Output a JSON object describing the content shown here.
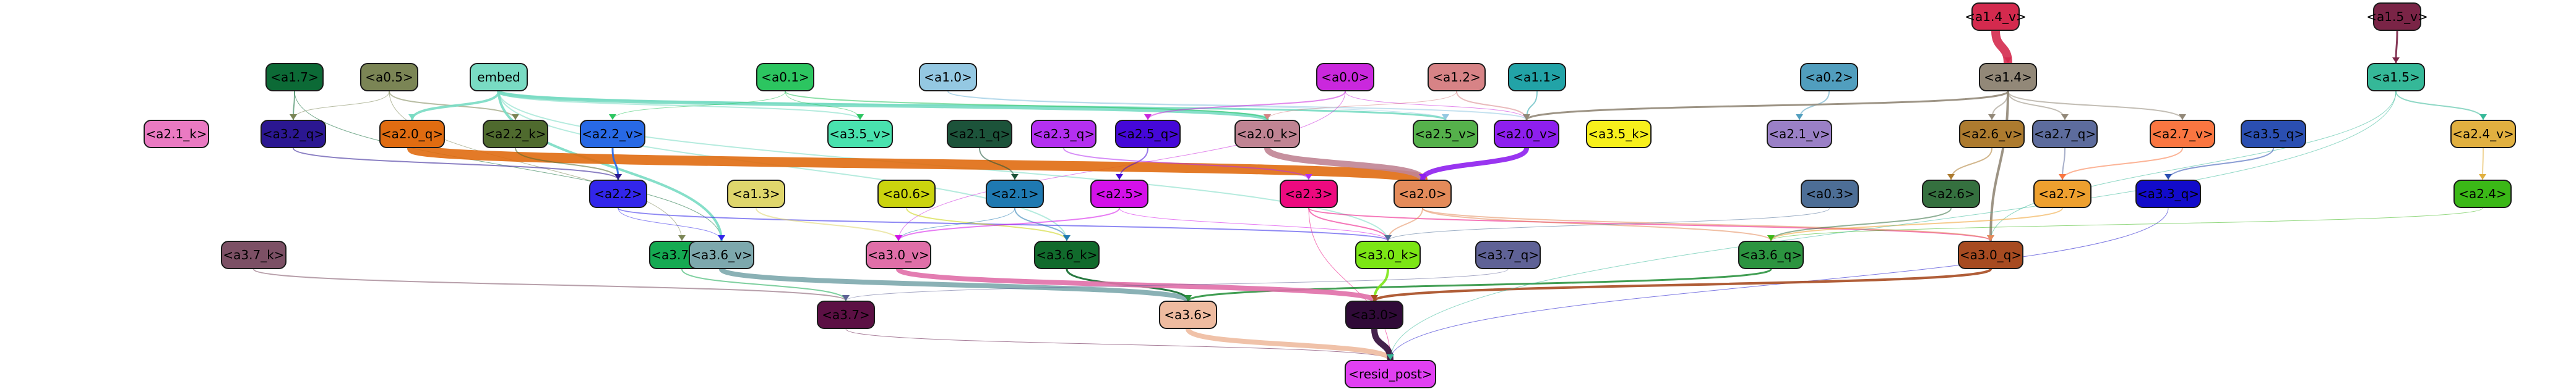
{
  "nodes": [
    {
      "id": "a1_4_v",
      "label": "<a1.4_v>",
      "color": "#d42a4e",
      "text": "#000"
    },
    {
      "id": "a1_5_v",
      "label": "<a1.5_v>",
      "color": "#7a2446",
      "text": "#000"
    },
    {
      "id": "a1_7",
      "label": "<a1.7>",
      "color": "#0c6a36",
      "text": "#000"
    },
    {
      "id": "a0_5",
      "label": "<a0.5>",
      "color": "#7b8555",
      "text": "#000"
    },
    {
      "id": "embed",
      "label": "embed",
      "color": "#79dbc3",
      "text": "#000"
    },
    {
      "id": "a0_1",
      "label": "<a0.1>",
      "color": "#2cc560",
      "text": "#000"
    },
    {
      "id": "a1_0",
      "label": "<a1.0>",
      "color": "#94c8e2",
      "text": "#000"
    },
    {
      "id": "a0_0",
      "label": "<a0.0>",
      "color": "#ca28dd",
      "text": "#000"
    },
    {
      "id": "a1_2",
      "label": "<a1.2>",
      "color": "#d78386",
      "text": "#000"
    },
    {
      "id": "a1_1",
      "label": "<a1.1>",
      "color": "#22a3a7",
      "text": "#000"
    },
    {
      "id": "a0_2",
      "label": "<a0.2>",
      "color": "#519ebe",
      "text": "#000"
    },
    {
      "id": "a1_4",
      "label": "<a1.4>",
      "color": "#928878",
      "text": "#000"
    },
    {
      "id": "a1_5",
      "label": "<a1.5>",
      "color": "#35b898",
      "text": "#000"
    },
    {
      "id": "a2_1_k",
      "label": "<a2.1_k>",
      "color": "#ea7ac2",
      "text": "#000"
    },
    {
      "id": "a3_2_q",
      "label": "<a3.2_q>",
      "color": "#2b1791",
      "text": "#000"
    },
    {
      "id": "a2_0_q",
      "label": "<a2.0_q>",
      "color": "#e06c11",
      "text": "#000"
    },
    {
      "id": "a2_2_k",
      "label": "<a2.2_k>",
      "color": "#4f6a2e",
      "text": "#000"
    },
    {
      "id": "a2_2_v",
      "label": "<a2.2_v>",
      "color": "#2869e5",
      "text": "#000"
    },
    {
      "id": "a3_5_v",
      "label": "<a3.5_v>",
      "color": "#49e2ae",
      "text": "#000"
    },
    {
      "id": "a2_1_q",
      "label": "<a2.1_q>",
      "color": "#1c533a",
      "text": "#000"
    },
    {
      "id": "a2_3_q",
      "label": "<a2.3_q>",
      "color": "#b430f0",
      "text": "#000"
    },
    {
      "id": "a2_5_q",
      "label": "<a2.5_q>",
      "color": "#4508d8",
      "text": "#000"
    },
    {
      "id": "a2_0_k",
      "label": "<a2.0_k>",
      "color": "#c08493",
      "text": "#000"
    },
    {
      "id": "a2_5_v",
      "label": "<a2.5_v>",
      "color": "#55b14b",
      "text": "#000"
    },
    {
      "id": "a2_0_v",
      "label": "<a2.0_v>",
      "color": "#8e1fee",
      "text": "#000"
    },
    {
      "id": "a3_5_k",
      "label": "<a3.5_k>",
      "color": "#f7f01c",
      "text": "#000"
    },
    {
      "id": "a2_1_v",
      "label": "<a2.1_v>",
      "color": "#9a80c6",
      "text": "#000"
    },
    {
      "id": "a2_6_v",
      "label": "<a2.6_v>",
      "color": "#ad7b2f",
      "text": "#000"
    },
    {
      "id": "a2_7_q",
      "label": "<a2.7_q>",
      "color": "#5d6c9d",
      "text": "#000"
    },
    {
      "id": "a2_7_v",
      "label": "<a2.7_v>",
      "color": "#fa7641",
      "text": "#000"
    },
    {
      "id": "a3_5_q",
      "label": "<a3.5_q>",
      "color": "#2b4fb1",
      "text": "#000"
    },
    {
      "id": "a2_4_v",
      "label": "<a2.4_v>",
      "color": "#e1b040",
      "text": "#000"
    },
    {
      "id": "a2_2",
      "label": "<a2.2>",
      "color": "#3226ea",
      "text": "#000"
    },
    {
      "id": "a1_3",
      "label": "<a1.3>",
      "color": "#dfd66c",
      "text": "#000"
    },
    {
      "id": "a0_6",
      "label": "<a0.6>",
      "color": "#cbd40e",
      "text": "#000"
    },
    {
      "id": "a2_1",
      "label": "<a2.1>",
      "color": "#1f79b1",
      "text": "#000"
    },
    {
      "id": "a2_5",
      "label": "<a2.5>",
      "color": "#d411e9",
      "text": "#000"
    },
    {
      "id": "a2_3",
      "label": "<a2.3>",
      "color": "#ed0a7f",
      "text": "#000"
    },
    {
      "id": "a2_0",
      "label": "<a2.0>",
      "color": "#e48b5a",
      "text": "#000"
    },
    {
      "id": "a0_3",
      "label": "<a0.3>",
      "color": "#4d6e96",
      "text": "#000"
    },
    {
      "id": "a2_6",
      "label": "<a2.6>",
      "color": "#35703f",
      "text": "#000"
    },
    {
      "id": "a2_7",
      "label": "<a2.7>",
      "color": "#eea02f",
      "text": "#000"
    },
    {
      "id": "a3_3_q",
      "label": "<a3.3_q>",
      "color": "#120bca",
      "text": "#000"
    },
    {
      "id": "a2_4",
      "label": "<a2.4>",
      "color": "#3bb817",
      "text": "#000"
    },
    {
      "id": "a3_7_k",
      "label": "<a3.7_k>",
      "color": "#7c5065",
      "text": "#000"
    },
    {
      "id": "a3_7_v",
      "label": "<a3.7_v>",
      "color": "#15aa52",
      "text": "#000"
    },
    {
      "id": "a3_6_v",
      "label": "<a3.6_v>",
      "color": "#7da8ad",
      "text": "#000"
    },
    {
      "id": "a3_0_v",
      "label": "<a3.0_v>",
      "color": "#e06fa8",
      "text": "#000"
    },
    {
      "id": "a3_6_k",
      "label": "<a3.6_k>",
      "color": "#116a2c",
      "text": "#000"
    },
    {
      "id": "a3_0_k",
      "label": "<a3.0_k>",
      "color": "#7ce615",
      "text": "#000"
    },
    {
      "id": "a3_7_q",
      "label": "<a3.7_q>",
      "color": "#5f6296",
      "text": "#000"
    },
    {
      "id": "a3_6_q",
      "label": "<a3.6_q>",
      "color": "#2c9440",
      "text": "#000"
    },
    {
      "id": "a3_0_q",
      "label": "<a3.0_q>",
      "color": "#a74b21",
      "text": "#000"
    },
    {
      "id": "a3_7",
      "label": "<a3.7>",
      "color": "#5c1044",
      "text": "#000"
    },
    {
      "id": "a3_6",
      "label": "<a3.6>",
      "color": "#eebba0",
      "text": "#000"
    },
    {
      "id": "a3_0",
      "label": "<a3.0>",
      "color": "#300a38",
      "text": "#000"
    },
    {
      "id": "resid_post",
      "label": "<resid_post>",
      "color": "#e140f2",
      "text": "#000"
    }
  ],
  "edges": [
    {
      "from": "a1_4_v",
      "to": "a1_4",
      "color": "#d42a4e",
      "width": 14
    },
    {
      "from": "a1_5_v",
      "to": "a1_5",
      "color": "#7a2446",
      "width": 3
    },
    {
      "from": "a1_7",
      "to": "a3_2_q",
      "color": "#0c6a36",
      "width": 2
    },
    {
      "from": "a1_7",
      "to": "a3_6_v",
      "color": "#0c6a36",
      "width": 1
    },
    {
      "from": "a0_5",
      "to": "a2_2_k",
      "color": "#7b8555",
      "width": 2
    },
    {
      "from": "a0_5",
      "to": "a3_2_q",
      "color": "#7b8555",
      "width": 1
    },
    {
      "from": "a0_5",
      "to": "a3_7_v",
      "color": "#7b8555",
      "width": 1
    },
    {
      "from": "embed",
      "to": "a2_0_q",
      "color": "#79dbc3",
      "width": 4
    },
    {
      "from": "embed",
      "to": "a2_0_k",
      "color": "#79dbc3",
      "width": 6
    },
    {
      "from": "embed",
      "to": "a3_6_v",
      "color": "#79dbc3",
      "width": 4
    },
    {
      "from": "embed",
      "to": "a3_5_v",
      "color": "#79dbc3",
      "width": 2
    },
    {
      "from": "embed",
      "to": "a2_5_v",
      "color": "#79dbc3",
      "width": 3
    },
    {
      "from": "embed",
      "to": "a3_0_k",
      "color": "#79dbc3",
      "width": 2
    },
    {
      "from": "embed",
      "to": "a3_6_k",
      "color": "#79dbc3",
      "width": 2
    },
    {
      "from": "a0_1",
      "to": "a2_0_k",
      "color": "#2cc560",
      "width": 2
    },
    {
      "from": "a0_1",
      "to": "a3_5_v",
      "color": "#2cc560",
      "width": 1
    },
    {
      "from": "a0_1",
      "to": "a2_2_v",
      "color": "#2cc560",
      "width": 1
    },
    {
      "from": "a1_0",
      "to": "a2_0_v",
      "color": "#94c8e2",
      "width": 2
    },
    {
      "from": "a1_0",
      "to": "a2_5_v",
      "color": "#94c8e2",
      "width": 1
    },
    {
      "from": "a0_0",
      "to": "a2_5_q",
      "color": "#ca28dd",
      "width": 2
    },
    {
      "from": "a0_0",
      "to": "a2_0_v",
      "color": "#ca28dd",
      "width": 1
    },
    {
      "from": "a0_0",
      "to": "a3_0_v",
      "color": "#ca28dd",
      "width": 1
    },
    {
      "from": "a1_2",
      "to": "a2_0_v",
      "color": "#d78386",
      "width": 2
    },
    {
      "from": "a1_2",
      "to": "a2_0_k",
      "color": "#d78386",
      "width": 1
    },
    {
      "from": "a1_1",
      "to": "a2_0_v",
      "color": "#22a3a7",
      "width": 2
    },
    {
      "from": "a0_2",
      "to": "a2_1_v",
      "color": "#519ebe",
      "width": 2
    },
    {
      "from": "a1_4",
      "to": "a2_0_v",
      "color": "#928878",
      "width": 3
    },
    {
      "from": "a1_4",
      "to": "a3_0_q",
      "color": "#928878",
      "width": 4
    },
    {
      "from": "a1_4",
      "to": "a2_6_v",
      "color": "#928878",
      "width": 2
    },
    {
      "from": "a1_4",
      "to": "a2_7_v",
      "color": "#928878",
      "width": 2
    },
    {
      "from": "a1_4",
      "to": "a2_7_q",
      "color": "#928878",
      "width": 2
    },
    {
      "from": "a1_5",
      "to": "a2_4_v",
      "color": "#35b898",
      "width": 2
    },
    {
      "from": "a1_5",
      "to": "a3_0_q",
      "color": "#35b898",
      "width": 1
    },
    {
      "from": "a2_0_q",
      "to": "a2_0",
      "color": "#e06c11",
      "width": 16
    },
    {
      "from": "a2_0_k",
      "to": "a2_0",
      "color": "#c08493",
      "width": 10
    },
    {
      "from": "a2_0_v",
      "to": "a2_0",
      "color": "#8e1fee",
      "width": 8
    },
    {
      "from": "a2_2_v",
      "to": "a2_2",
      "color": "#2869e5",
      "width": 3
    },
    {
      "from": "a2_2_k",
      "to": "a2_2",
      "color": "#4f6a2e",
      "width": 2
    },
    {
      "from": "a3_2_q",
      "to": "a2_2",
      "color": "#2b1791",
      "width": 2
    },
    {
      "from": "a2_1_q",
      "to": "a2_1",
      "color": "#1c533a",
      "width": 2
    },
    {
      "from": "a2_5_q",
      "to": "a2_5",
      "color": "#4508d8",
      "width": 2
    },
    {
      "from": "a2_3_q",
      "to": "a2_3",
      "color": "#b430f0",
      "width": 2
    },
    {
      "from": "a2_6_v",
      "to": "a2_6",
      "color": "#ad7b2f",
      "width": 2
    },
    {
      "from": "a2_7_q",
      "to": "a2_7",
      "color": "#5d6c9d",
      "width": 2
    },
    {
      "from": "a2_7_v",
      "to": "a2_7",
      "color": "#fa7641",
      "width": 2
    },
    {
      "from": "a3_5_q",
      "to": "a3_3_q",
      "color": "#2b4fb1",
      "width": 2
    },
    {
      "from": "a2_4_v",
      "to": "a2_4",
      "color": "#e1b040",
      "width": 2
    },
    {
      "from": "a2_2",
      "to": "a3_0_k",
      "color": "#3226ea",
      "width": 2
    },
    {
      "from": "a2_2",
      "to": "a3_6_v",
      "color": "#3226ea",
      "width": 1
    },
    {
      "from": "a1_3",
      "to": "a3_0_v",
      "color": "#dfd66c",
      "width": 2
    },
    {
      "from": "a0_6",
      "to": "a3_6_k",
      "color": "#cbd40e",
      "width": 2
    },
    {
      "from": "a2_1",
      "to": "a3_6_k",
      "color": "#1f79b1",
      "width": 2
    },
    {
      "from": "a2_1",
      "to": "a3_0_v",
      "color": "#1f79b1",
      "width": 1
    },
    {
      "from": "a2_5",
      "to": "a3_0_v",
      "color": "#d411e9",
      "width": 2
    },
    {
      "from": "a2_5",
      "to": "a3_0_k",
      "color": "#d411e9",
      "width": 1
    },
    {
      "from": "a2_3",
      "to": "a3_0_k",
      "color": "#ed0a7f",
      "width": 2
    },
    {
      "from": "a2_3",
      "to": "a3_0_q",
      "color": "#ed0a7f",
      "width": 2
    },
    {
      "from": "a2_3",
      "to": "resid_post",
      "color": "#ed0a7f",
      "width": 1
    },
    {
      "from": "a2_0",
      "to": "a3_0_q",
      "color": "#e48b5a",
      "width": 2
    },
    {
      "from": "a2_0",
      "to": "a3_6_q",
      "color": "#e48b5a",
      "width": 2
    },
    {
      "from": "a2_0",
      "to": "a3_0_k",
      "color": "#e48b5a",
      "width": 2
    },
    {
      "from": "a0_3",
      "to": "a3_0_k",
      "color": "#4d6e96",
      "width": 1
    },
    {
      "from": "a2_6",
      "to": "a3_6_q",
      "color": "#35703f",
      "width": 2
    },
    {
      "from": "a2_7",
      "to": "a3_6_q",
      "color": "#eea02f",
      "width": 2
    },
    {
      "from": "a3_3_q",
      "to": "resid_post",
      "color": "#120bca",
      "width": 1
    },
    {
      "from": "a2_4",
      "to": "a3_6_q",
      "color": "#3bb817",
      "width": 1
    },
    {
      "from": "a3_7_k",
      "to": "a3_7",
      "color": "#7c5065",
      "width": 2
    },
    {
      "from": "a3_7_v",
      "to": "a3_7",
      "color": "#15aa52",
      "width": 2
    },
    {
      "from": "a3_6_v",
      "to": "a3_6",
      "color": "#7da8ad",
      "width": 8
    },
    {
      "from": "a3_6_k",
      "to": "a3_6",
      "color": "#116a2c",
      "width": 3
    },
    {
      "from": "a3_6_q",
      "to": "a3_6",
      "color": "#2c9440",
      "width": 3
    },
    {
      "from": "a3_0_v",
      "to": "a3_0",
      "color": "#e06fa8",
      "width": 8
    },
    {
      "from": "a3_0_k",
      "to": "a3_0",
      "color": "#7ce615",
      "width": 4
    },
    {
      "from": "a3_0_q",
      "to": "a3_0",
      "color": "#a74b21",
      "width": 4
    },
    {
      "from": "a3_7_q",
      "to": "a3_7",
      "color": "#5f6296",
      "width": 1
    },
    {
      "from": "a3_7",
      "to": "resid_post",
      "color": "#5c1044",
      "width": 1
    },
    {
      "from": "a3_6",
      "to": "resid_post",
      "color": "#eebba0",
      "width": 8
    },
    {
      "from": "a3_0",
      "to": "resid_post",
      "color": "#300a38",
      "width": 10
    },
    {
      "from": "a1_5",
      "to": "resid_post",
      "color": "#35b898",
      "width": 1
    }
  ]
}
